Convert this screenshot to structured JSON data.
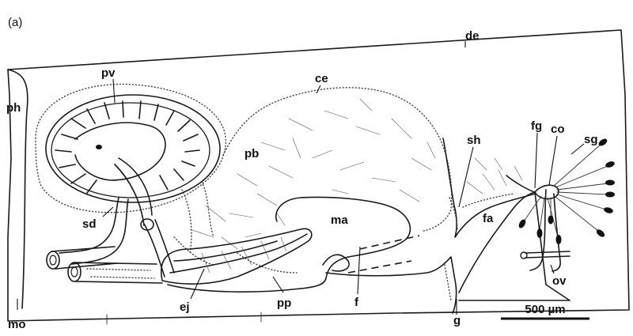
{
  "figure": {
    "panel_label": "(a)",
    "labels": {
      "de": "de",
      "ph": "ph",
      "pv": "pv",
      "ce": "ce",
      "pb": "pb",
      "sh": "sh",
      "fg": "fg",
      "co": "co",
      "sg": "sg",
      "ma": "ma",
      "fa": "fa",
      "sd": "sd",
      "ej": "ej",
      "pp": "pp",
      "f": "f",
      "g": "g",
      "ov": "ov",
      "mo": "mo"
    },
    "scale_bar": {
      "label": "500 µm"
    }
  }
}
